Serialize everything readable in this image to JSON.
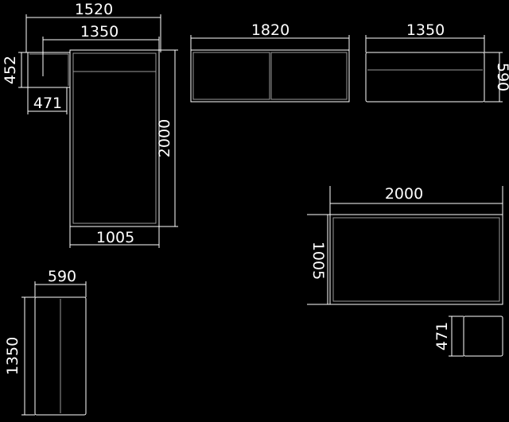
{
  "drawing": {
    "bed_top_view": {
      "dim_overall_width": "1520",
      "dim_inner_width": "1350",
      "dim_headboard_depth": "452",
      "dim_side_width": "471",
      "dim_length": "2000",
      "dim_bottom_width": "1005"
    },
    "wardrobe_front": {
      "dim_width": "1820"
    },
    "cabinet_front": {
      "dim_width": "1350",
      "dim_height": "590"
    },
    "table_top": {
      "dim_width": "2000",
      "dim_depth": "1005"
    },
    "stool_top": {
      "dim_size": "471"
    },
    "tall_cabinet": {
      "dim_width": "590",
      "dim_height": "1350"
    }
  }
}
